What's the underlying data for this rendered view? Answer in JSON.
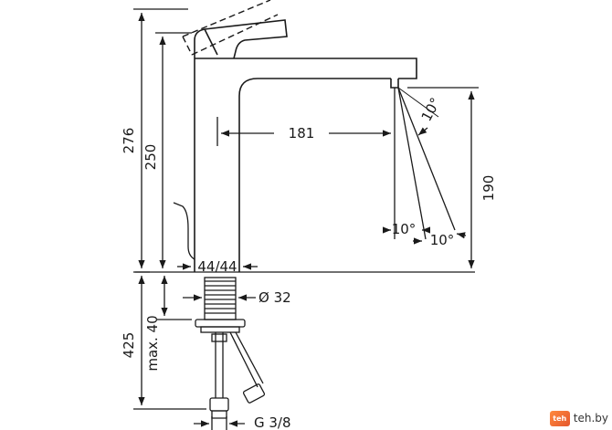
{
  "dimensions": {
    "total_height": "276",
    "body_height": "250",
    "spout_reach": "181",
    "spout_height": "190",
    "angle_top": "10°",
    "angle_left": "10°",
    "angle_right": "10°",
    "base_width": "44/44",
    "hole_diameter": "Ø 32",
    "under_counter": "425",
    "max_thickness": "max. 40",
    "connection": "G 3/8"
  },
  "watermark": {
    "logo_text": "teh",
    "text": "teh.by"
  },
  "colors": {
    "line": "#1a1a1a",
    "background": "#ffffff",
    "watermark_accent": "#e4572e"
  }
}
